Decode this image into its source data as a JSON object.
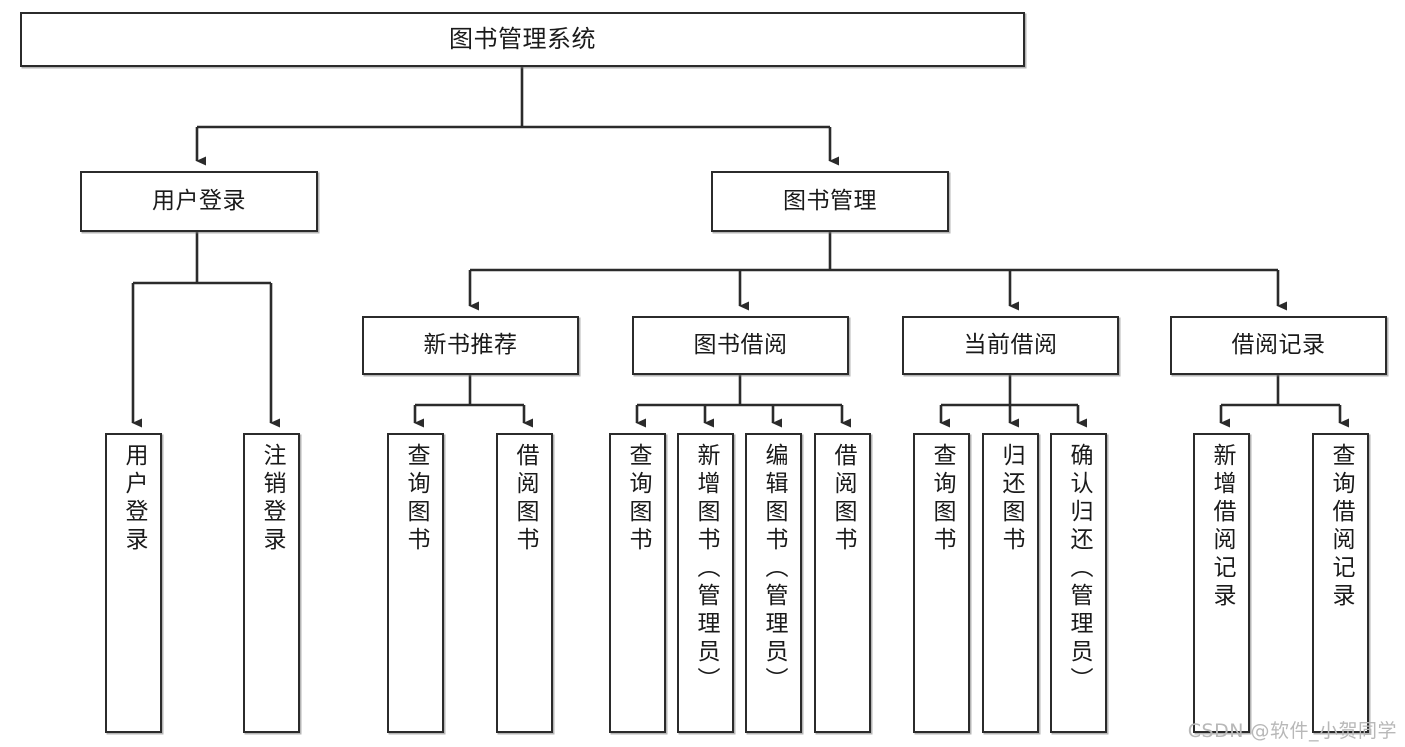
{
  "diagram": {
    "title": "图书管理系统",
    "type": "hierarchy-tree",
    "watermark": "CSDN @软件_小贺同学",
    "colors": {
      "box_border": "#2b2b2b",
      "box_fill": "#ffffff",
      "connector": "#2b2b2b",
      "watermark_text": "#b8b8b8",
      "page_background": "#ffffff"
    },
    "levels": 4,
    "root": {
      "id": "root",
      "label": "图书管理系统"
    },
    "level2": [
      {
        "id": "user-login",
        "label": "用户登录"
      },
      {
        "id": "book-manage",
        "label": "图书管理"
      }
    ],
    "level3": [
      {
        "id": "new-book-rec",
        "label": "新书推荐",
        "parent": "book-manage"
      },
      {
        "id": "book-borrow",
        "label": "图书借阅",
        "parent": "book-manage"
      },
      {
        "id": "current-borrow",
        "label": "当前借阅",
        "parent": "book-manage"
      },
      {
        "id": "borrow-record",
        "label": "借阅记录",
        "parent": "book-manage"
      }
    ],
    "leaves": [
      {
        "id": "leaf-user-login",
        "label": "用户登录",
        "parent": "user-login"
      },
      {
        "id": "leaf-logout",
        "label": "注销登录",
        "parent": "user-login"
      },
      {
        "id": "leaf-query-book-rec",
        "label": "查询图书",
        "parent": "new-book-rec"
      },
      {
        "id": "leaf-borrow-book-rec",
        "label": "借阅图书",
        "parent": "new-book-rec"
      },
      {
        "id": "leaf-query-book-bor",
        "label": "查询图书",
        "parent": "book-borrow"
      },
      {
        "id": "leaf-add-book",
        "label": "新增图书（管理员）",
        "parent": "book-borrow"
      },
      {
        "id": "leaf-edit-book",
        "label": "编辑图书（管理员）",
        "parent": "book-borrow"
      },
      {
        "id": "leaf-borrow-book-bor",
        "label": "借阅图书",
        "parent": "book-borrow"
      },
      {
        "id": "leaf-query-book-cur",
        "label": "查询图书",
        "parent": "current-borrow"
      },
      {
        "id": "leaf-return-book",
        "label": "归还图书",
        "parent": "current-borrow"
      },
      {
        "id": "leaf-confirm-return",
        "label": "确认归还（管理员）",
        "parent": "current-borrow"
      },
      {
        "id": "leaf-add-record",
        "label": "新增借阅记录",
        "parent": "borrow-record"
      },
      {
        "id": "leaf-query-record",
        "label": "查询借阅记录",
        "parent": "borrow-record"
      }
    ]
  }
}
